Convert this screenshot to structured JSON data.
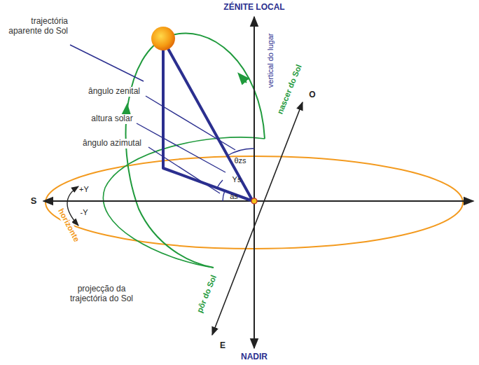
{
  "diagram": {
    "labels": [
      "ZÉNITE LOCAL",
      "trajectória aparente do Sol",
      "vertical do lugar",
      "nascer do Sol",
      "O",
      "ângulo zenital",
      "altura solar",
      "ângulo azimutal",
      "θzs",
      "Ys",
      "as",
      "S",
      "+Y",
      "-Y",
      "horizonte",
      "pôr do Sol",
      "E",
      "projecção da trajectória do Sol",
      "NADIR"
    ]
  }
}
